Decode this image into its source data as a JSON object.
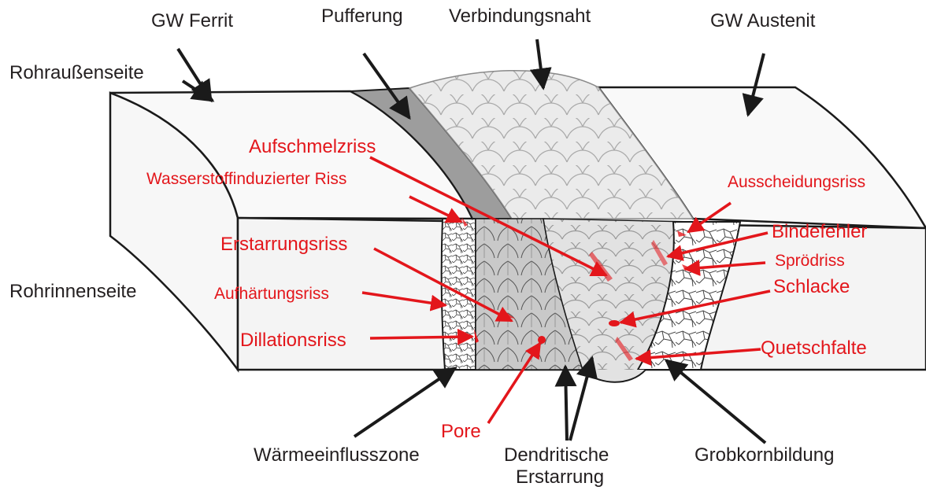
{
  "title": "",
  "colors": {
    "defect_red": "#e3161b",
    "outline": "#1a1a1a",
    "pipe_face": "#f4f4f4",
    "buffer_gray": "#9d9d9d",
    "weld_gray": "#d4d4d4",
    "label_black": "#231f20"
  },
  "labels": {
    "gw_ferrit": "GW Ferrit",
    "pufferung": "Pufferung",
    "verbindungsnaht": "Verbindungsnaht",
    "gw_austenit": "GW Austenit",
    "rohraussenseite": "Rohraußenseite",
    "rohrinnenseite": "Rohrinnenseite",
    "waermeeinflusszone": "Wärmeeinflusszone",
    "dendritische_1": "Dendritische",
    "dendritische_2": "Erstarrung",
    "grobkornbildung": "Grobkornbildung"
  },
  "defects": {
    "aufschmelzriss": "Aufschmelzriss",
    "wasserstoff": "Wasserstoffinduzierter Riss",
    "erstarrungsriss": "Erstarrungsriss",
    "aufhaertungsriss": "Aufhärtungsriss",
    "dillationsriss": "Dillationsriss",
    "pore": "Pore",
    "ausscheidungsriss": "Ausscheidungsriss",
    "bindefehler": "Bindefehler",
    "sproedriss": "Sprödriss",
    "schlacke": "Schlacke",
    "quetschfalte": "Quetschfalte"
  }
}
